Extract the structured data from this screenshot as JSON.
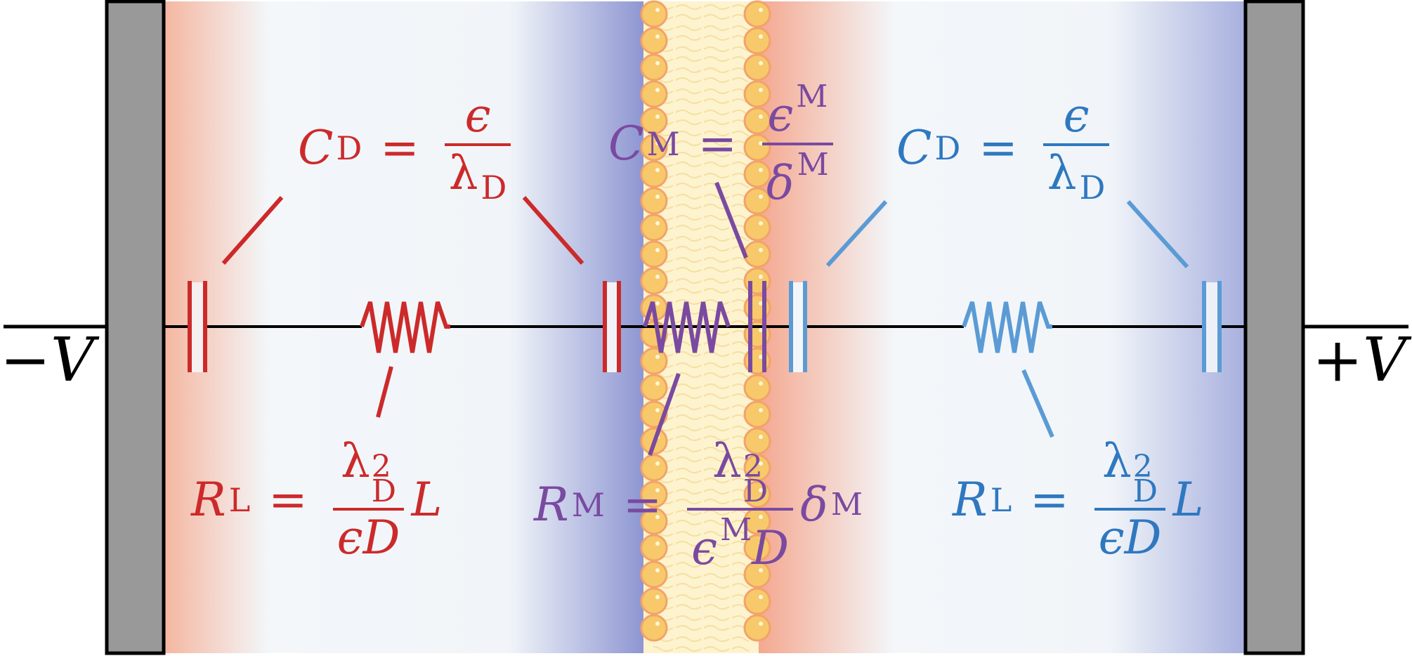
{
  "terminals": {
    "left": "−V",
    "right": "+V"
  },
  "equations": {
    "cd_left": {
      "lhs": "C",
      "lhs_sub": "D",
      "num": "ϵ",
      "den": "λ",
      "den_sub": "D"
    },
    "cm": {
      "lhs": "C",
      "lhs_sub": "M",
      "num": "ϵ",
      "num_sup": "M",
      "den": "δ",
      "den_sup": "M"
    },
    "cd_right": {
      "lhs": "C",
      "lhs_sub": "D",
      "num": "ϵ",
      "den": "λ",
      "den_sub": "D"
    },
    "rl_left": {
      "lhs": "R",
      "lhs_sub": "L",
      "num": "λ",
      "num_sup": "2",
      "num_sub": "D",
      "den": "ϵD",
      "tail": "L"
    },
    "rm": {
      "lhs": "R",
      "lhs_sub": "M",
      "num": "λ",
      "num_sup": "2",
      "num_sub": "D",
      "den_a": "ϵ",
      "den_sup": "M",
      "den_b": "D",
      "tail": "δ",
      "tail_sup": "M"
    },
    "rl_right": {
      "lhs": "R",
      "lhs_sub": "L",
      "num": "λ",
      "num_sup": "2",
      "num_sub": "D",
      "den": "ϵD",
      "tail": "L"
    }
  },
  "colors": {
    "left_region": "#cc2a2a",
    "membrane": "#7a4aa0",
    "right_region": "#2f78c0",
    "electrode": "#999999",
    "lipid_head": "#f7c96a",
    "lipid_tail": "#fdf0c8"
  }
}
